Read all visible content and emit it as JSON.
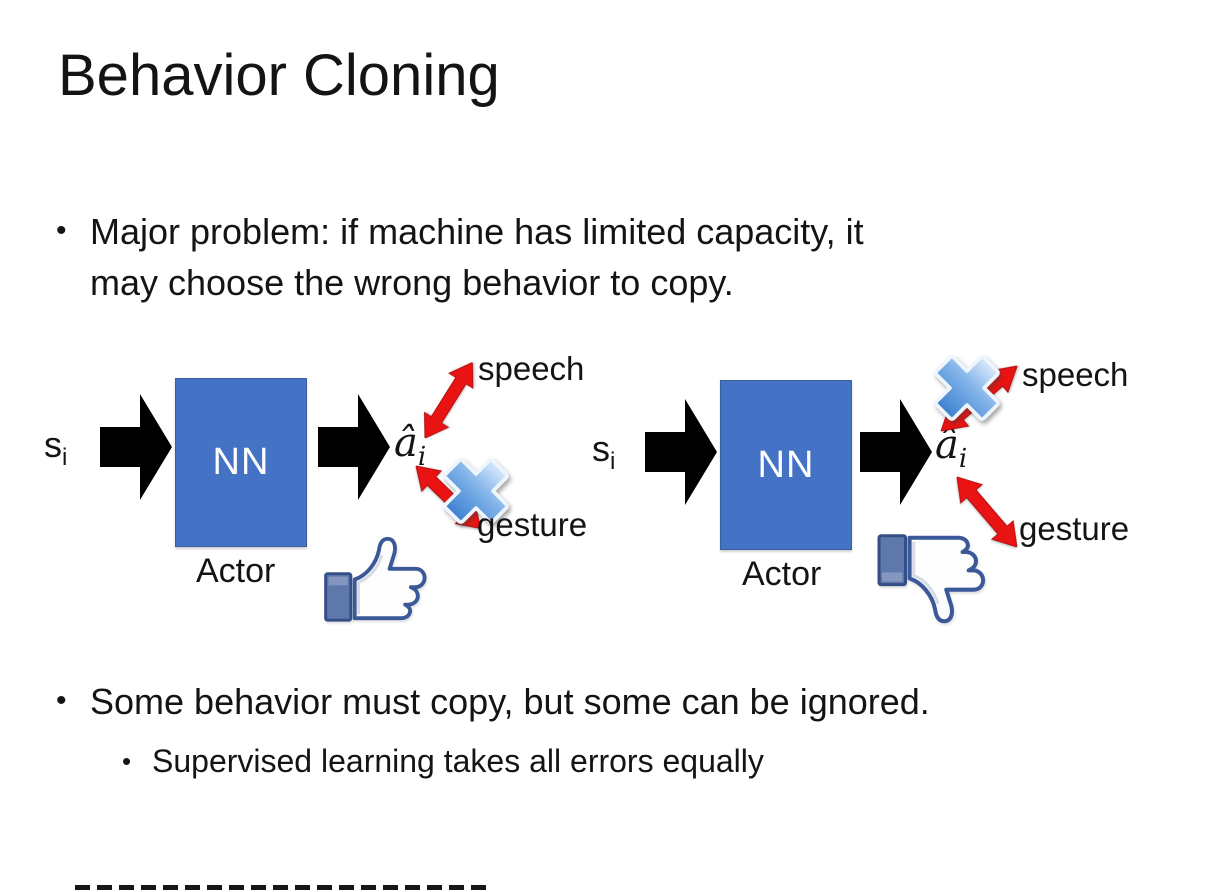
{
  "slide": {
    "title": "Behavior Cloning",
    "bullet_char": "•",
    "bullet1_line1": "Major problem: if machine has limited capacity, it",
    "bullet1_line2": "may choose the wrong behavior to copy.",
    "bullet2": "Some behavior must copy, but some can be ignored.",
    "sub_bullet": "Supervised learning takes all errors equally"
  },
  "diagram_left": {
    "input_label": "s",
    "input_sub": "i",
    "nn_label": "NN",
    "caption": "Actor",
    "output_label": "â",
    "output_sub": "i",
    "speech_label": "speech",
    "gesture_label": "gesture",
    "crossed_icon": "cross-on-gesture",
    "feedback_icon": "thumbs-up"
  },
  "diagram_right": {
    "input_label": "s",
    "input_sub": "i",
    "nn_label": "NN",
    "caption": "Actor",
    "output_label": "â",
    "output_sub": "i",
    "speech_label": "speech",
    "gesture_label": "gesture",
    "crossed_icon": "cross-on-speech",
    "feedback_icon": "thumbs-down"
  },
  "colors": {
    "nn_box_blue": "#4472C4",
    "arrow_red": "#E91313",
    "cross_blue": "#5B9BD5",
    "thumb_outline_navy": "#3B5998",
    "cuff_blue": "#5F78AB",
    "text_black": "#141414"
  }
}
